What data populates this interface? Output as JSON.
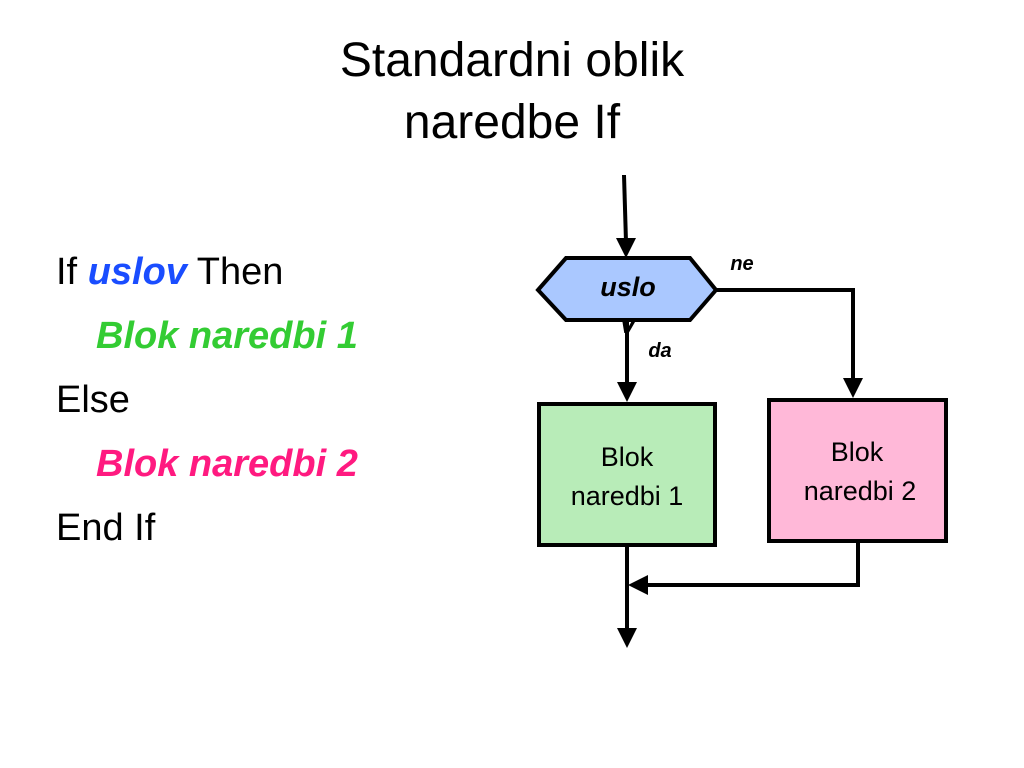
{
  "title": {
    "line1": "Standardni oblik",
    "line2": "naredbe If"
  },
  "code": {
    "if_kw": "If ",
    "condition": "uslov",
    "then_kw": " Then",
    "block1": "Blok naredbi 1",
    "else_kw": "Else",
    "block2": "Blok naredbi 2",
    "end_kw": "End If"
  },
  "flowchart": {
    "decision_label": "uslo",
    "decision_label_overflow": "v",
    "no_label": "ne",
    "yes_label": "da",
    "box1_line1": "Blok",
    "box1_line2": "naredbi 1",
    "box2_line1": "Blok",
    "box2_line2": "naredbi 2"
  },
  "colors": {
    "condition": "#1a4dff",
    "block1": "#33cc33",
    "block2": "#ff1a80",
    "decision_fill": "#aac8ff",
    "box1_fill": "#b8ecb8",
    "box2_fill": "#ffb8d8"
  }
}
